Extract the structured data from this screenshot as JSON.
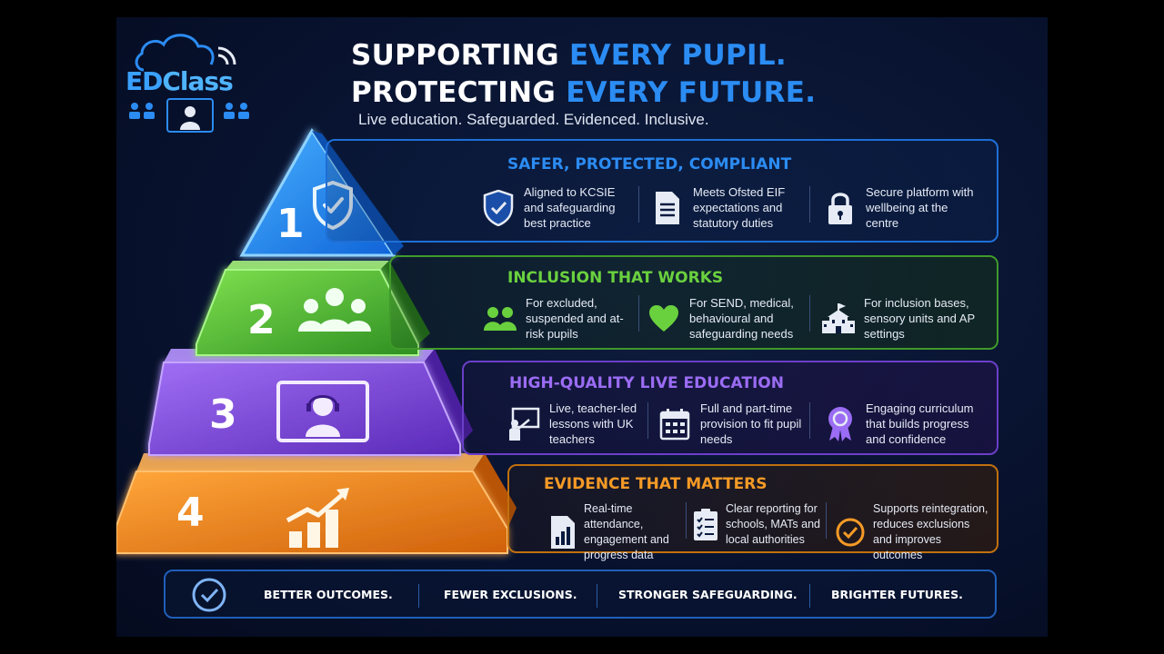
{
  "brand": {
    "logo_part1": "ED",
    "logo_part2": "Class"
  },
  "headline": {
    "line1_white": "SUPPORTING ",
    "line1_blue": "EVERY PUPIL.",
    "line2_white": "PROTECTING ",
    "line2_blue": "EVERY FUTURE."
  },
  "subtitle": "Live education. Safeguarded. Evidenced. Inclusive.",
  "colors": {
    "tier1": "#1e8cf5",
    "tier2": "#5cc63a",
    "tier3": "#8a4fe6",
    "tier4": "#f08a14",
    "highlight": "#2b8cf3"
  },
  "tiers": [
    {
      "number": "1",
      "title": "SAFER, PROTECTED, COMPLIANT",
      "pyramid_icon": "shield-check-icon",
      "items": [
        {
          "icon": "shield-check-icon",
          "text": "Aligned to KCSIE and safeguarding best practice"
        },
        {
          "icon": "document-icon",
          "text": "Meets Ofsted EIF expectations and statutory duties"
        },
        {
          "icon": "padlock-icon",
          "text": "Secure platform with wellbeing at the centre"
        }
      ]
    },
    {
      "number": "2",
      "title": "INCLUSION THAT WORKS",
      "pyramid_icon": "people-group-icon",
      "items": [
        {
          "icon": "people-icon",
          "text": "For excluded, suspended and at-risk pupils"
        },
        {
          "icon": "heart-icon",
          "text": "For SEND, medical, behavioural and safeguarding needs"
        },
        {
          "icon": "school-building-icon",
          "text": "For inclusion bases, sensory units and AP settings"
        }
      ]
    },
    {
      "number": "3",
      "title": "HIGH-QUALITY LIVE EDUCATION",
      "pyramid_icon": "headset-screen-icon",
      "items": [
        {
          "icon": "teacher-board-icon",
          "text": "Live, teacher-led lessons with UK teachers"
        },
        {
          "icon": "calendar-icon",
          "text": "Full and part-time provision to fit pupil needs"
        },
        {
          "icon": "award-ribbon-icon",
          "text": "Engaging curriculum that builds progress and confidence"
        }
      ]
    },
    {
      "number": "4",
      "title": "EVIDENCE THAT MATTERS",
      "pyramid_icon": "growth-chart-icon",
      "items": [
        {
          "icon": "report-chart-icon",
          "text": "Real-time attendance, engagement and progress data"
        },
        {
          "icon": "checklist-icon",
          "text": "Clear reporting for schools, MATs and local authorities"
        },
        {
          "icon": "check-circle-icon",
          "text": "Supports reintegration, reduces exclusions and improves outcomes"
        }
      ]
    }
  ],
  "footer": {
    "icon": "check-circle-icon",
    "items": [
      "BETTER OUTCOMES.",
      "FEWER EXCLUSIONS.",
      "STRONGER SAFEGUARDING.",
      "BRIGHTER FUTURES."
    ]
  }
}
